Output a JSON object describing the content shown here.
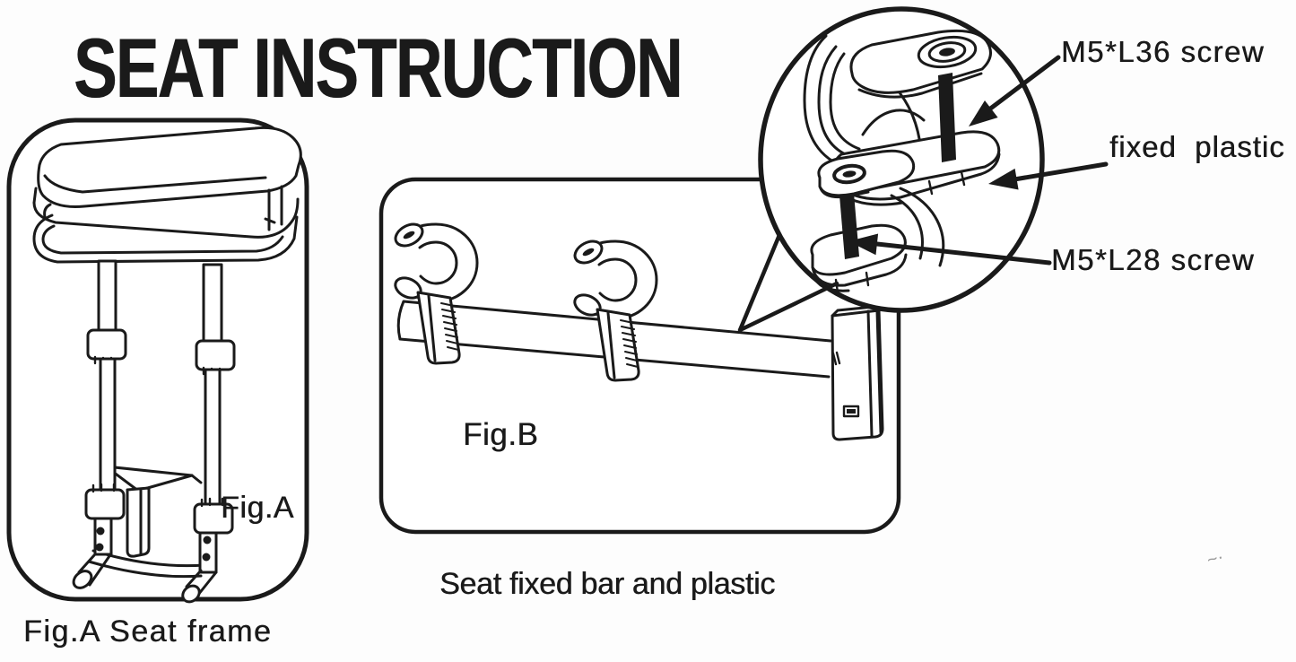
{
  "page": {
    "paper_color": "#fdfdfd",
    "ink_color": "#1a1a1a",
    "artifact_mark": "~·"
  },
  "title": "SEAT INSTRUCTION",
  "figure_a": {
    "label": "Fig.A",
    "caption": "Fig.A Seat frame",
    "illustration_icon": "seat-frame-drawing"
  },
  "figure_b": {
    "label": "Fig.B",
    "caption": "Seat fixed bar and plastic",
    "illustration_icon": "fixed-bar-with-clamps-drawing"
  },
  "magnifier": {
    "illustration_icon": "clamp-and-screws-magnified-drawing",
    "labels": {
      "top": "M5*L36 screw",
      "middle": "fixed  plastic",
      "bottom": "M5*L28 screw"
    }
  }
}
